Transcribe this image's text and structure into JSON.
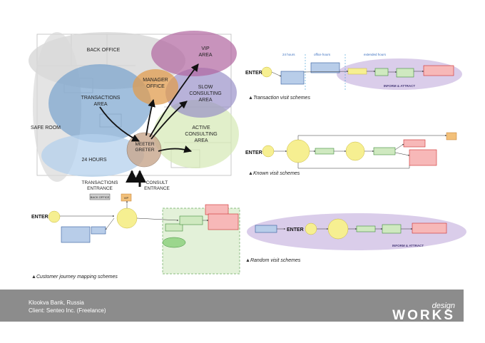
{
  "floorplan": {
    "zones": {
      "back_office": "BACK OFFICE",
      "vip_area": [
        "VIP",
        "AREA"
      ],
      "manager_office": [
        "MANAGER",
        "OFFICE"
      ],
      "transactions_area": [
        "TRANSACTIONS",
        "AREA"
      ],
      "slow_consulting": [
        "SLOW",
        "CONSULTING",
        "AREA"
      ],
      "active_consulting": [
        "ACTIVE",
        "CONSULTING",
        "AREA"
      ],
      "safe_room": "SAFE ROOM",
      "hours_24": "24 HOURS",
      "meeter_greter": [
        "MEETER",
        "GRETER"
      ]
    },
    "entrances": {
      "transactions": [
        "TRANSACTIONS",
        "ENTRANCE"
      ],
      "consult": [
        "CONSULT",
        "ENTRANCE"
      ]
    },
    "colors": {
      "back_office": "#d6d6d6",
      "vip": "#b46ea3",
      "manager": "#e0a35a",
      "transactions": "#7da7cf",
      "slow_consulting": "#9d93c9",
      "active_consulting": "#d6e8b8",
      "hours_24": "#b9d3ec",
      "meeter": "#c9a98f"
    }
  },
  "schemes": {
    "customer_journey": {
      "caption": "Customer journey mapping schemes",
      "enter": "ENTER",
      "back_office": "BACK OFFICE",
      "vip": "VIP"
    },
    "transaction": {
      "caption": "Transaction visit schemes",
      "enter": "ENTER",
      "phase_labels": [
        "24 hours",
        "office hours",
        "extended hours"
      ],
      "footer": "INFORM & ATTRACT"
    },
    "known": {
      "caption": "Known visit schemes",
      "enter": "ENTER"
    },
    "random": {
      "caption": "Random visit schemes",
      "enter": "ENTER",
      "footer": "INFORM & ATTRACT"
    }
  },
  "footer": {
    "line1": "Klookva Bank, Russia",
    "line2": "Client: Senteo Inc. (Freelance)",
    "brand_small": "design",
    "brand_big": "WORKS"
  }
}
